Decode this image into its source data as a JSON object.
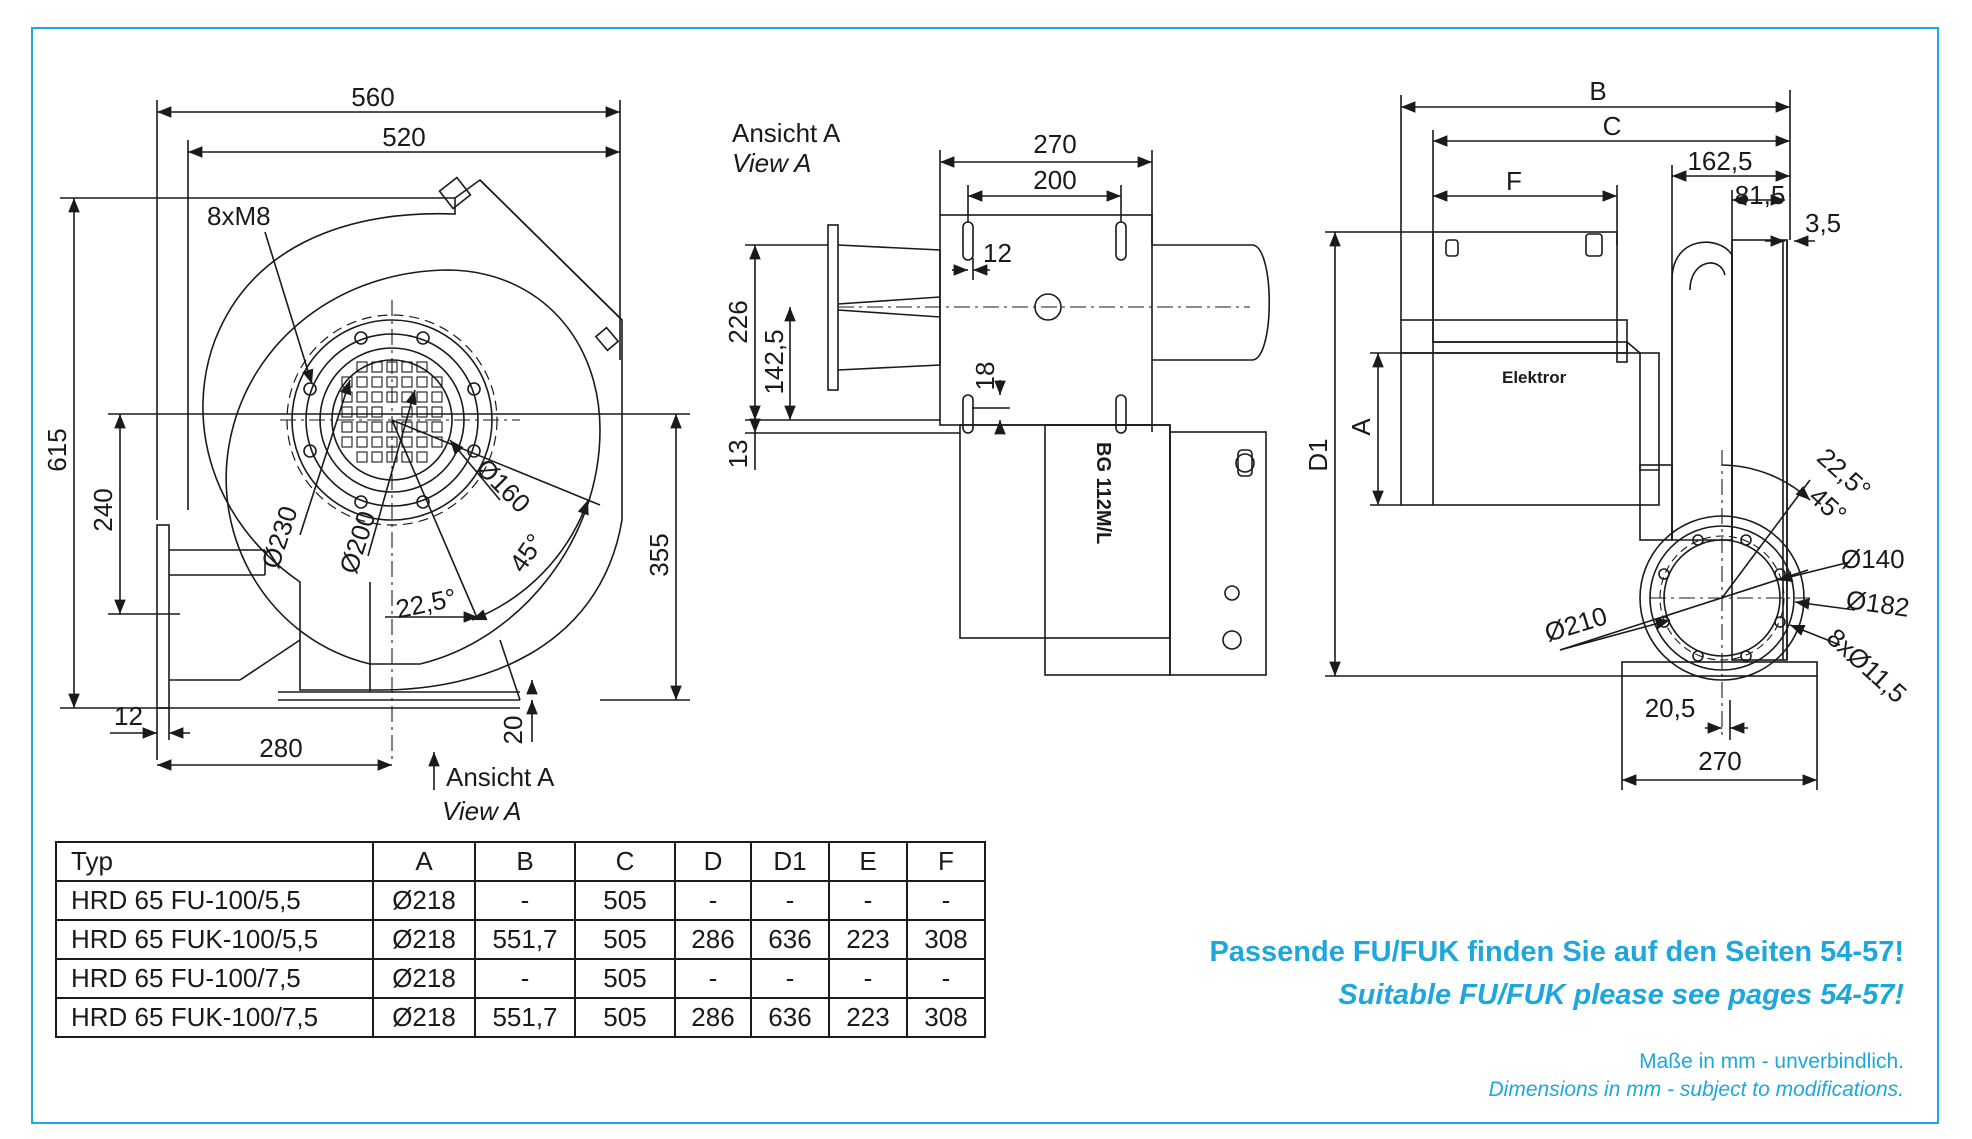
{
  "colors": {
    "accent": "#1ea7dc",
    "line": "#1a1a1a"
  },
  "view_left": {
    "dim_width_overall": "560",
    "dim_width_inner": "520",
    "dim_bolts": "8xM8",
    "dim_height": "615",
    "dim_axis_height": "240",
    "dim_right_height": "355",
    "dim_d230": "Ø230",
    "dim_d200": "Ø200",
    "dim_d160": "Ø160",
    "dim_angle45": "45°",
    "dim_angle22": "22,5°",
    "dim_base12": "12",
    "dim_base280": "280",
    "dim_base20": "20",
    "view_label_de": "Ansicht A",
    "view_label_en": "View A"
  },
  "view_middle": {
    "title_de": "Ansicht A",
    "title_en": "View A",
    "dim_270": "270",
    "dim_200": "200",
    "dim_12": "12",
    "dim_226": "226",
    "dim_142": "142,5",
    "dim_18": "18",
    "dim_13": "13",
    "motor_label": "BG 112M/L"
  },
  "view_right": {
    "dim_b": "B",
    "dim_c": "C",
    "dim_162": "162,5",
    "dim_f": "F",
    "dim_81": "81,5",
    "dim_3": "3,5",
    "dim_a": "A",
    "dim_d1": "D1",
    "motor_brand": "Elektror",
    "dim_angle22": "22,5°",
    "dim_angle45": "45°",
    "dim_d140": "Ø140",
    "dim_d182": "Ø182",
    "dim_d210": "Ø210",
    "dim_holes": "8xØ11,5",
    "dim_20": "20,5",
    "dim_270": "270"
  },
  "table": {
    "headers": [
      "Typ",
      "A",
      "B",
      "C",
      "D",
      "D1",
      "E",
      "F"
    ],
    "rows": [
      [
        "HRD 65 FU-100/5,5",
        "Ø218",
        "-",
        "505",
        "-",
        "-",
        "-",
        "-"
      ],
      [
        "HRD 65 FUK-100/5,5",
        "Ø218",
        "551,7",
        "505",
        "286",
        "636",
        "223",
        "308"
      ],
      [
        "HRD 65 FU-100/7,5",
        "Ø218",
        "-",
        "505",
        "-",
        "-",
        "-",
        "-"
      ],
      [
        "HRD 65 FUK-100/7,5",
        "Ø218",
        "551,7",
        "505",
        "286",
        "636",
        "223",
        "308"
      ]
    ]
  },
  "notice": {
    "de": "Passende FU/FUK finden Sie auf den Seiten 54-57!",
    "en": "Suitable FU/FUK please see pages 54-57!"
  },
  "disclaimer": {
    "de": "Maße in mm - unverbindlich.",
    "en": "Dimensions in mm - subject to modifications."
  }
}
